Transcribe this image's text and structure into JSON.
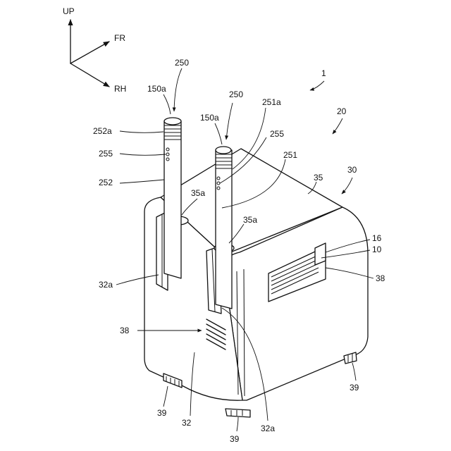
{
  "axes": {
    "up": "UP",
    "fr": "FR",
    "rh": "RH"
  },
  "labels": {
    "l1": "1",
    "l20": "20",
    "l30": "30",
    "l250_left": "250",
    "l250_right": "250",
    "l150a_left": "150a",
    "l150a_right": "150a",
    "l251a": "251a",
    "l252a": "252a",
    "l255_left": "255",
    "l255_right": "255",
    "l251": "251",
    "l252": "252",
    "l35": "35",
    "l35a_left": "35a",
    "l35a_right": "35a",
    "l16": "16",
    "l10": "10",
    "l38_right": "38",
    "l38_left": "38",
    "l32a_left": "32a",
    "l32a_bottom": "32a",
    "l32": "32",
    "l39_left": "39",
    "l39_bottom": "39",
    "l39_right": "39"
  }
}
